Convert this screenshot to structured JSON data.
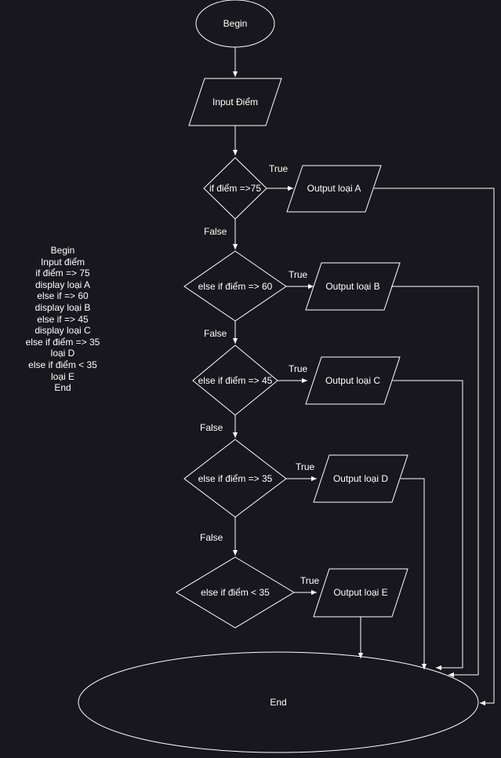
{
  "nodes": {
    "begin": "Begin",
    "input": "Input Điểm",
    "decision_a": "if điểm =>75",
    "decision_b": "else if điểm => 60",
    "decision_c": "else if điểm => 45",
    "decision_d": "else if điểm => 35",
    "decision_e": "else if điểm < 35",
    "output_a": "Output loại A",
    "output_b": "Output loại B",
    "output_c": "Output loại C",
    "output_d": "Output loại D",
    "output_e": "Output loại E",
    "end": "End"
  },
  "edge_labels": {
    "true": "True",
    "false": "False"
  },
  "pseudocode": [
    "Begin",
    "Input điểm",
    "if điểm => 75",
    "display loại A",
    "else if => 60",
    "display loại B",
    "else if => 45",
    "display loại C",
    "else if điểm => 35",
    "loại D",
    "else if điểm < 35",
    "loại E",
    "End"
  ],
  "colors": {
    "background": "#18171d",
    "stroke": "#ffffff",
    "text": "#ffffff"
  }
}
